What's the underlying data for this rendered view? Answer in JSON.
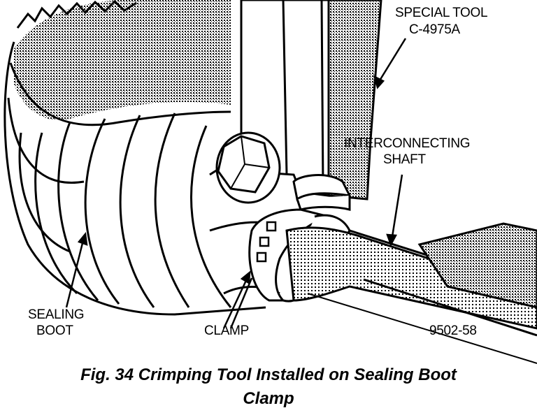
{
  "labels": {
    "tool_line1": "SPECIAL TOOL",
    "tool_line2": "C-4975A",
    "shaft_line1": "INTERCONNECTING",
    "shaft_line2": "SHAFT",
    "boot_line1": "SEALING",
    "boot_line2": "BOOT",
    "clamp": "CLAMP",
    "figure_id": "9502-58"
  },
  "caption": {
    "line1": "Fig. 34 Crimping Tool Installed on Sealing Boot",
    "line2": "Clamp"
  }
}
